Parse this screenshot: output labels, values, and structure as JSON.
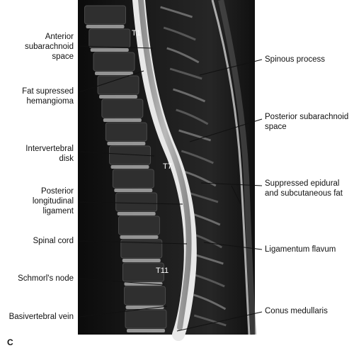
{
  "figure": {
    "panel_letter": "C",
    "vertebra_labels": {
      "t1": "T1",
      "t7": "T7",
      "t11": "T11"
    },
    "labels_left": [
      {
        "id": "anterior-subarachnoid",
        "lines": [
          "Anterior",
          "subarachnoid",
          "space"
        ]
      },
      {
        "id": "fat-suppressed-hemangioma",
        "lines": [
          "Fat supressed",
          "hemangioma"
        ]
      },
      {
        "id": "intervertebral-disk",
        "lines": [
          "Intervertebral",
          "disk"
        ]
      },
      {
        "id": "posterior-longitudinal-ligament",
        "lines": [
          "Posterior",
          "longitudinal",
          "ligament"
        ]
      },
      {
        "id": "spinal-cord",
        "lines": [
          "Spinal cord"
        ]
      },
      {
        "id": "schmorls-node",
        "lines": [
          "Schmorl's node"
        ]
      },
      {
        "id": "basivertebral-vein",
        "lines": [
          "Basivertebral vein"
        ]
      }
    ],
    "labels_right": [
      {
        "id": "spinous-process",
        "lines": [
          "Spinous process"
        ]
      },
      {
        "id": "posterior-subarachnoid",
        "lines": [
          "Posterior subarachnoid",
          "space"
        ]
      },
      {
        "id": "suppressed-fat",
        "lines": [
          "Suppressed epidural",
          "and subcutaneous fat"
        ]
      },
      {
        "id": "ligamentum-flavum",
        "lines": [
          "Ligamentum flavum"
        ]
      },
      {
        "id": "conus-medullaris",
        "lines": [
          "Conus medullaris"
        ]
      }
    ]
  }
}
